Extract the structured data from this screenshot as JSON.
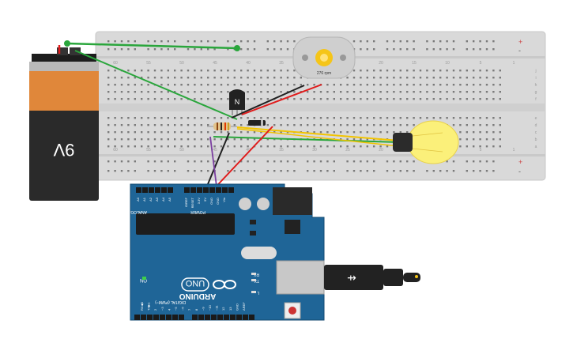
{
  "battery": {
    "label": "9V"
  },
  "motor": {
    "label": "276 rpm"
  },
  "transistor": {
    "label": "N"
  },
  "breadboard": {
    "row_letters": [
      "j",
      "i",
      "h",
      "g",
      "f",
      "e",
      "d",
      "c",
      "b",
      "a"
    ],
    "column_numbers": [
      "60",
      "55",
      "50",
      "45",
      "40",
      "35",
      "30",
      "25",
      "20",
      "15",
      "10",
      "5",
      "1"
    ],
    "rail_plus": "+",
    "rail_minus": "-"
  },
  "arduino": {
    "logo_text": "ARDUINO",
    "model": "UNO",
    "power_header": "POWER",
    "analog_header": "ANALOG IN",
    "digital_header": "DIGITAL (PWM~)",
    "on_led": "ON",
    "tx_label": "TX",
    "rx_label": "RX",
    "l_label": "L",
    "power_pins": [
      "IOREF",
      "RESET",
      "3.3V",
      "5V",
      "GND",
      "GND",
      "Vin"
    ],
    "analog_pins": [
      "A0",
      "A1",
      "A2",
      "A3",
      "A4",
      "A5"
    ],
    "digital_pins": [
      "AREF",
      "GND",
      "13",
      "12",
      "~11",
      "~10",
      "~9",
      "8",
      "7",
      "~6",
      "~5",
      "4",
      "~3",
      "2",
      "TX▶1",
      "RX◀0"
    ]
  },
  "colors": {
    "breadboard": "#dcdcdc",
    "arduino": "#1f6597",
    "wire_green": "#2aa63c",
    "wire_red": "#e01b1b",
    "wire_black": "#202020",
    "wire_yellow": "#f2c400",
    "wire_purple": "#7b3fa0",
    "battery_top": "#e0873a",
    "battery_body": "#2a2a2a",
    "bulb": "#fbf07a"
  }
}
